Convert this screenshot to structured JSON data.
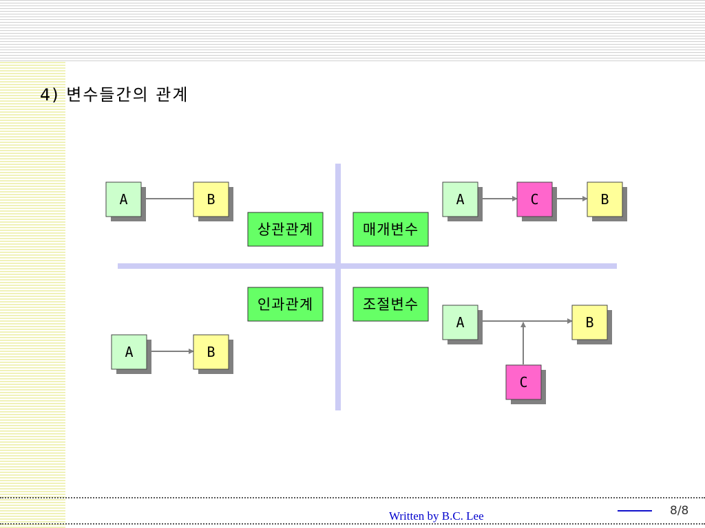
{
  "slide": {
    "title": "4) 변수들간의 관계",
    "footer_author": "Written by  B.C. Lee",
    "page_number": "8/8"
  },
  "colors": {
    "box_a": "#ccffcc",
    "box_b": "#ffff99",
    "box_c": "#ff66cc",
    "label_green": "#66ff66",
    "divider": "#ccccf5",
    "arrow": "#7f7f7f"
  },
  "quadrants": {
    "correlation": {
      "label": "상관관계",
      "nodes": {
        "a": "A",
        "b": "B"
      },
      "relation": "line"
    },
    "mediator": {
      "label": "매개변수",
      "nodes": {
        "a": "A",
        "c": "C",
        "b": "B"
      },
      "relation": "A → C → B"
    },
    "causal": {
      "label": "인과관계",
      "nodes": {
        "a": "A",
        "b": "B"
      },
      "relation": "A → B"
    },
    "moderator": {
      "label": "조절변수",
      "nodes": {
        "a": "A",
        "b": "B",
        "c": "C"
      },
      "relation": "A → B, C → line"
    }
  }
}
